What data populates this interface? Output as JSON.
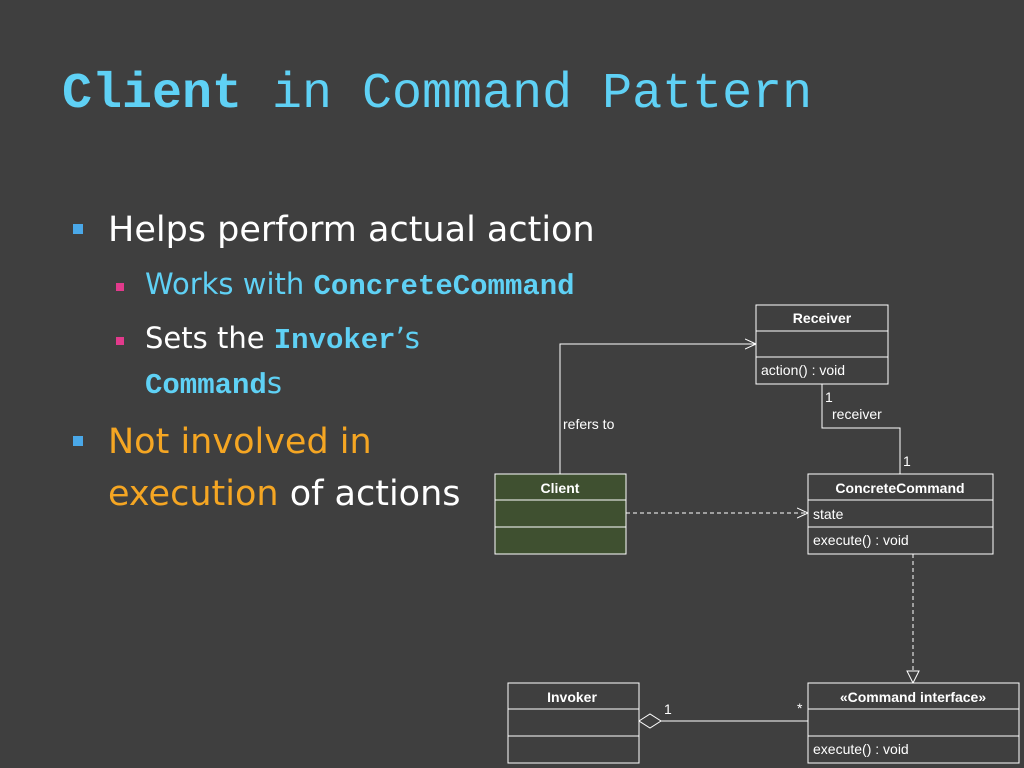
{
  "title": {
    "bold_part": "Client",
    "rest": " in Command Pattern"
  },
  "bullets": {
    "b1": "Helps perform actual action",
    "b1a_prefix": "Works with ",
    "b1a_code": "ConcreteCommand",
    "b1b_prefix": "Sets the ",
    "b1b_code1": "Invoker",
    "b1b_mid": "’s",
    "b1b_code2": "Command",
    "b1b_suffix": "s",
    "b2_orange1": "Not involved in",
    "b2_orange2": "execution",
    "b2_rest": " of actions"
  },
  "diagram": {
    "receiver": {
      "name": "Receiver",
      "method": "action() : void"
    },
    "client": {
      "name": "Client"
    },
    "concrete": {
      "name": "ConcreteCommand",
      "attr": "state",
      "method": "execute() : void"
    },
    "invoker": {
      "name": "Invoker"
    },
    "command": {
      "name": "«Command interface»",
      "method": "execute() : void"
    },
    "labels": {
      "refers_to": "refers to",
      "receiver_one": "1",
      "receiver_role": "receiver",
      "concrete_one": "1",
      "invoker_one": "1",
      "command_many": "*"
    }
  },
  "colors": {
    "background": "#3f3f3f",
    "title": "#5fd1f5",
    "accent_orange": "#f5a623",
    "client_fill": "#3f5030"
  }
}
